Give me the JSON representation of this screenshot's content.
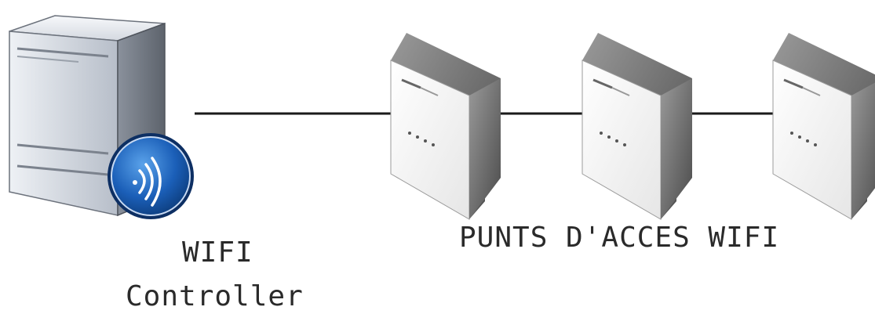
{
  "controller": {
    "label_line1": "WIFI",
    "label_line2": "Controller",
    "icon": "server-icon",
    "badge_icon": "wifi-signal-icon"
  },
  "access_points": {
    "label": "PUNTS D'ACCES WIFI",
    "icon": "access-point-icon",
    "count": 3
  },
  "colors": {
    "line": "#1a1a1a",
    "server_body": "#c9cfd8",
    "badge": "#1565c0",
    "ap_body": "#f4f4f4",
    "ap_edge": "#6d6d6d"
  }
}
